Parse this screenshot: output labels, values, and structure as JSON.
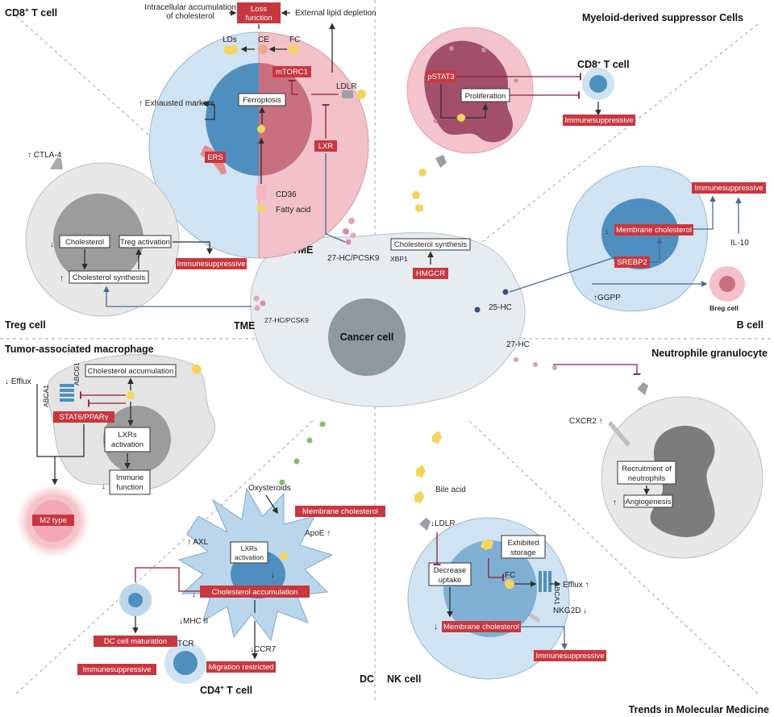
{
  "sections": {
    "cd8": "CD8",
    "cd8_sup": "+",
    "cd8_suffix": " T cell",
    "mdsc": "Myeloid-derived suppressor Cells",
    "treg": "Treg cell",
    "bcell": "B cell",
    "tam": "Tumor-associated macrophage",
    "neutrophil": "Neutrophile granulocyte",
    "dc": "DC",
    "nk": "NK cell",
    "cd4": "CD4",
    "cd4_sup": "+",
    "cd4_suffix": " T cell"
  },
  "center": {
    "cancer_cell": "Cancer cell",
    "tme1": "TME",
    "tme2": "TME",
    "pcsk9_top": "27-HC/PCSK9",
    "pcsk9_left": "27-HC/PCSK9",
    "xbp1": "XBP1",
    "hmgcr": "HMGCR",
    "chol_synth": "Cholesterol synthesis",
    "hc25": "25-HC",
    "hc27": "27-HC"
  },
  "cd8": {
    "intracellular": "Intracellular accumulation",
    "of_cholesterol": "of cholesterol",
    "loss1": "Loss",
    "loss2": "function",
    "external": "External lipid depletion",
    "lds": "LDs",
    "ce": "CE",
    "fc": "FC",
    "mtorc1": "mTORC1",
    "ldlr": "LDLR",
    "exhausted": "Exhausted markers",
    "ferroptosis": "Ferroptosis",
    "ers": "ERS",
    "lxr": "LXR",
    "cd36": "CD36",
    "fatty_acid": "Fatty acid"
  },
  "mdsc": {
    "pstat3": "pSTAT3",
    "proliferation": "Proliferation",
    "cd8_label": "CD8",
    "cd8_sup": "+",
    "cd8_suffix": " T cell",
    "immunosuppressive": "Immunesuppressive"
  },
  "treg": {
    "ctla4": "CTLA-4",
    "cholesterol": "Cholesterol",
    "treg_activation": "Treg activation",
    "chol_synthesis": "Cholesterol synthesis",
    "immunosuppressive": "Immunesuppressive"
  },
  "bcell": {
    "immunosuppressive": "Immunesuppressive",
    "membrane_chol": "Membrane cholesterol",
    "srebp2": "SREBP2",
    "il10": "IL-10",
    "breg": "Breg cell",
    "ggpp": "GGPP"
  },
  "tam": {
    "efflux": "Efflux",
    "abca1": "ABCA1",
    "abcg1": "ABCG1",
    "chol_accum": "Cholesterol accumulation",
    "stat6": "STAT6/PPARγ",
    "lxrs1": "LXRs",
    "lxrs2": "activation",
    "immune1": "Immune",
    "immune2": "function",
    "m2": "M2 type"
  },
  "neutro": {
    "cxcr2": "CXCR2",
    "recruit1": "Recruitment of",
    "recruit2": "neutrophils",
    "angiogenesis": "Angiogenesis"
  },
  "dc": {
    "oxysteroids": "Oxysteroids",
    "membrane_chol": "Membrane cholesterol",
    "axl": "AXL",
    "apoe": "ApoE",
    "lxrs1": "LXRs",
    "lxrs2": "activation",
    "chol_accum": "Cholesterol accumulation",
    "mhc": "MHC II",
    "tcr": "TCR",
    "ccr7": "CCR7",
    "dc_maturation": "DC cell maturation",
    "immunosuppressive": "Immunesuppressive",
    "migration": "Migration restricted"
  },
  "nk": {
    "bile_acid": "Bile acid",
    "ldlr": "LDLR",
    "exhibited1": "Exhibited",
    "exhibited2": "storage",
    "decrease1": "Decrease",
    "decrease2": "uptake",
    "fc": "FC",
    "abca1": "ABCA1",
    "efflux": "Efflux",
    "nkg2d": "NKG2D",
    "membrane_chol": "Membrane cholesterol",
    "immunosuppressive": "Immunesuppressive"
  },
  "footer": "Trends in Molecular Medicine",
  "colors": {
    "accent_red": "#c8373f",
    "cell_blue": "#cfe3f2",
    "cell_pink": "#f2c1c9",
    "cell_gray": "#e4e4e4"
  }
}
